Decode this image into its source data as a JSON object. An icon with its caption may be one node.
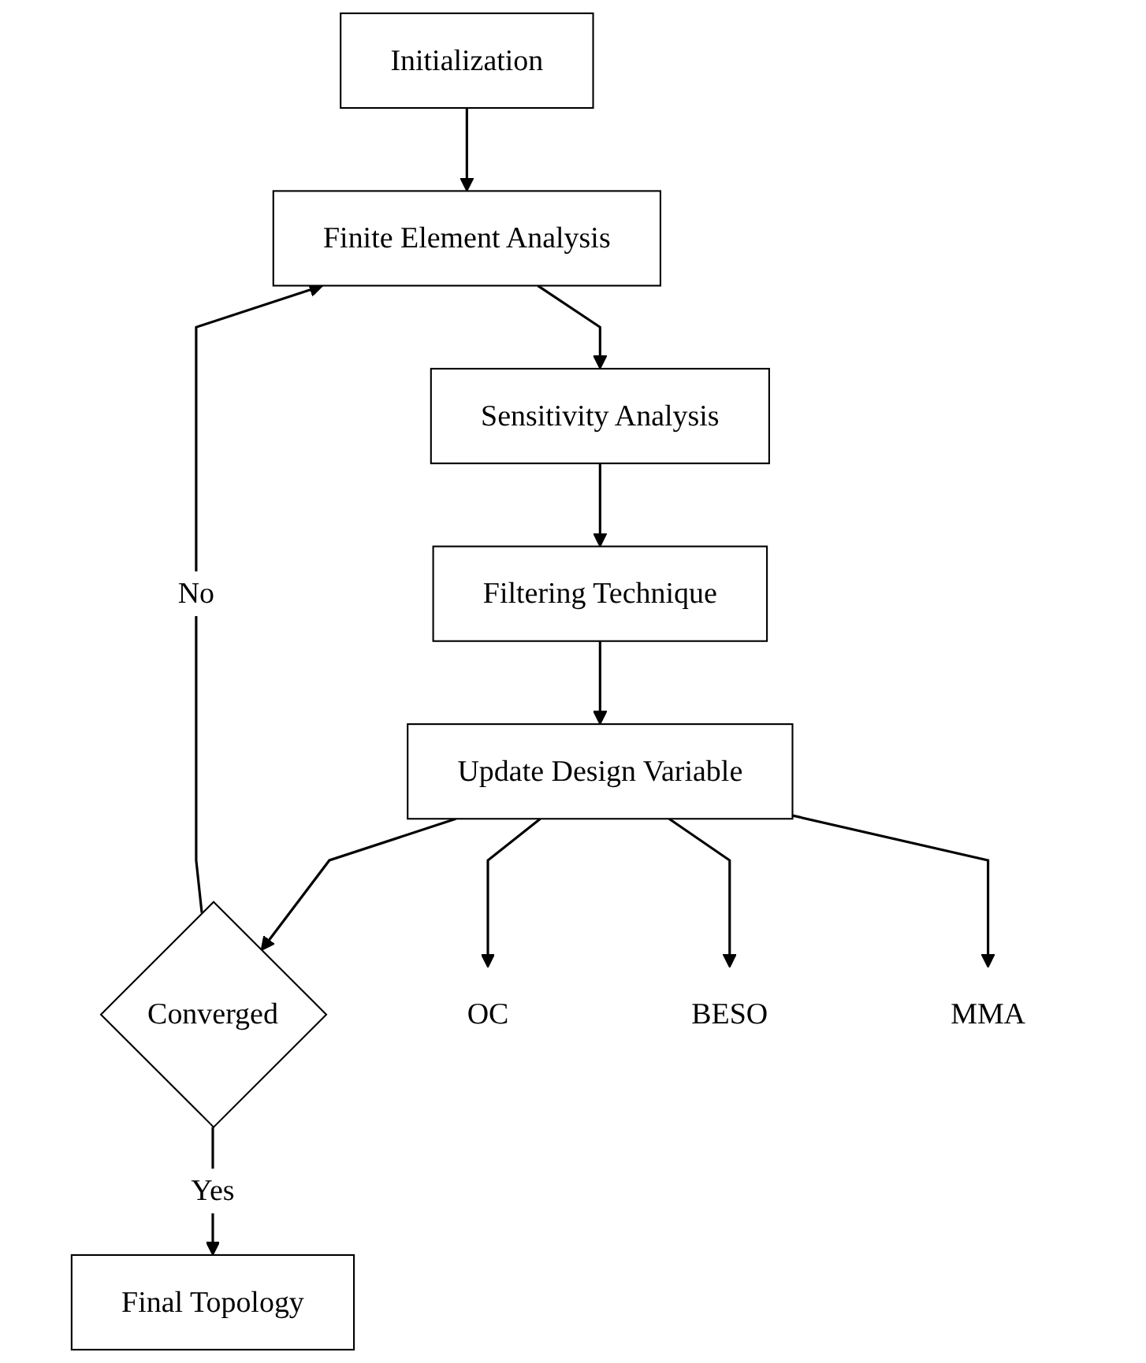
{
  "diagram": {
    "nodes": [
      {
        "text": [
          "Initialization"
        ]
      },
      {
        "text": [
          "Finite Element Analysis"
        ]
      },
      {
        "text": [
          "Sensitivity Analysis"
        ]
      },
      {
        "text": [
          "Filtering Technique"
        ]
      },
      {
        "text": [
          "Update Design Variable"
        ]
      },
      {
        "text": [
          "Converged"
        ]
      },
      {
        "text": [
          "Final Topology"
        ]
      },
      {
        "text": [
          "OC"
        ]
      },
      {
        "text": [
          "BESO"
        ]
      },
      {
        "text": [
          "MMA"
        ]
      }
    ],
    "edges": [
      {
        "from": 0,
        "to": 1,
        "arrow": "to"
      },
      {
        "from": 1,
        "to": 2,
        "arrow": "to"
      },
      {
        "from": 2,
        "to": 3,
        "arrow": "to"
      },
      {
        "from": 3,
        "to": 4,
        "arrow": "to"
      },
      {
        "from": 4,
        "to": 5,
        "arrow": "to"
      },
      {
        "from": 5,
        "to": 1,
        "label": "No",
        "arrow": "to"
      },
      {
        "from": 5,
        "to": 6,
        "label": "Yes",
        "arrow": "to"
      },
      {
        "from": 4,
        "to": 7,
        "arrow": "to"
      },
      {
        "from": 4,
        "to": 8,
        "arrow": "to"
      },
      {
        "from": 4,
        "to": 9,
        "arrow": "to"
      }
    ]
  }
}
